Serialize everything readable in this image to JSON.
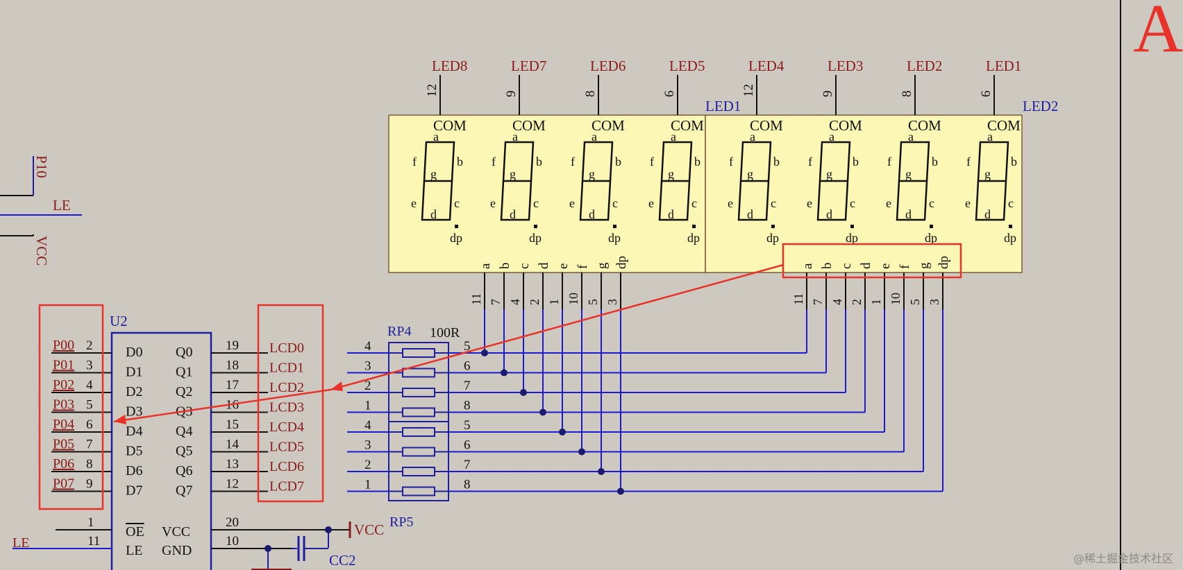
{
  "corner_text": "A",
  "watermark": "@稀土掘金技术社区",
  "colors": {
    "background": "#cdc9c0",
    "pin_label": "#8b1a1a",
    "component_ref": "#1e1e9e",
    "wire": "#1a1ad0",
    "display_fill": "#fcf7b4",
    "highlight": "#e8322a"
  },
  "displays": [
    {
      "ref": "LED1",
      "digits": [
        {
          "label": "LED8",
          "com_pin": "12"
        },
        {
          "label": "LED7",
          "com_pin": "9"
        },
        {
          "label": "LED6",
          "com_pin": "8"
        },
        {
          "label": "LED5",
          "com_pin": "6"
        }
      ]
    },
    {
      "ref": "LED2",
      "digits": [
        {
          "label": "LED4",
          "com_pin": "12"
        },
        {
          "label": "LED3",
          "com_pin": "9"
        },
        {
          "label": "LED2",
          "com_pin": "8"
        },
        {
          "label": "LED1",
          "com_pin": "6"
        }
      ]
    }
  ],
  "segment_labels": {
    "a": "a",
    "b": "b",
    "c": "c",
    "d": "d",
    "e": "e",
    "f": "f",
    "g": "g",
    "dp": "dp",
    "com": "COM"
  },
  "segment_pins": [
    {
      "seg": "a",
      "num": "11"
    },
    {
      "seg": "b",
      "num": "7"
    },
    {
      "seg": "c",
      "num": "4"
    },
    {
      "seg": "d",
      "num": "2"
    },
    {
      "seg": "e",
      "num": "1"
    },
    {
      "seg": "f",
      "num": "10"
    },
    {
      "seg": "g",
      "num": "5"
    },
    {
      "seg": "dp",
      "num": "3"
    }
  ],
  "u2": {
    "ref": "U2",
    "left_pins": [
      {
        "net": "P00",
        "num": "2",
        "name": "D0"
      },
      {
        "net": "P01",
        "num": "3",
        "name": "D1"
      },
      {
        "net": "P02",
        "num": "4",
        "name": "D2"
      },
      {
        "net": "P03",
        "num": "5",
        "name": "D3"
      },
      {
        "net": "P04",
        "num": "6",
        "name": "D4"
      },
      {
        "net": "P05",
        "num": "7",
        "name": "D5"
      },
      {
        "net": "P06",
        "num": "8",
        "name": "D6"
      },
      {
        "net": "P07",
        "num": "9",
        "name": "D7"
      }
    ],
    "right_pins": [
      {
        "name": "Q0",
        "num": "19",
        "net": "LCD0"
      },
      {
        "name": "Q1",
        "num": "18",
        "net": "LCD1"
      },
      {
        "name": "Q2",
        "num": "17",
        "net": "LCD2"
      },
      {
        "name": "Q3",
        "num": "16",
        "net": "LCD3"
      },
      {
        "name": "Q4",
        "num": "15",
        "net": "LCD4"
      },
      {
        "name": "Q5",
        "num": "14",
        "net": "LCD5"
      },
      {
        "name": "Q6",
        "num": "13",
        "net": "LCD6"
      },
      {
        "name": "Q7",
        "num": "12",
        "net": "LCD7"
      }
    ],
    "ctrl_left": [
      {
        "name": "OE",
        "num": "1",
        "net": ""
      },
      {
        "name": "LE",
        "num": "11",
        "net": "LE"
      }
    ],
    "ctrl_right": [
      {
        "name": "VCC",
        "num": "20"
      },
      {
        "name": "GND",
        "num": "10"
      }
    ]
  },
  "rp4": {
    "ref": "RP4",
    "value": "100R",
    "left": [
      "4",
      "3",
      "2",
      "1"
    ],
    "right": [
      "5",
      "6",
      "7",
      "8"
    ]
  },
  "rp5": {
    "ref": "RP5",
    "left": [
      "4",
      "3",
      "2",
      "1"
    ],
    "right": [
      "5",
      "6",
      "7",
      "8"
    ]
  },
  "left_partial": {
    "p10": "P10",
    "le": "LE",
    "vcc": "VCC"
  },
  "power": {
    "vcc": "VCC",
    "cap": "CC2"
  }
}
